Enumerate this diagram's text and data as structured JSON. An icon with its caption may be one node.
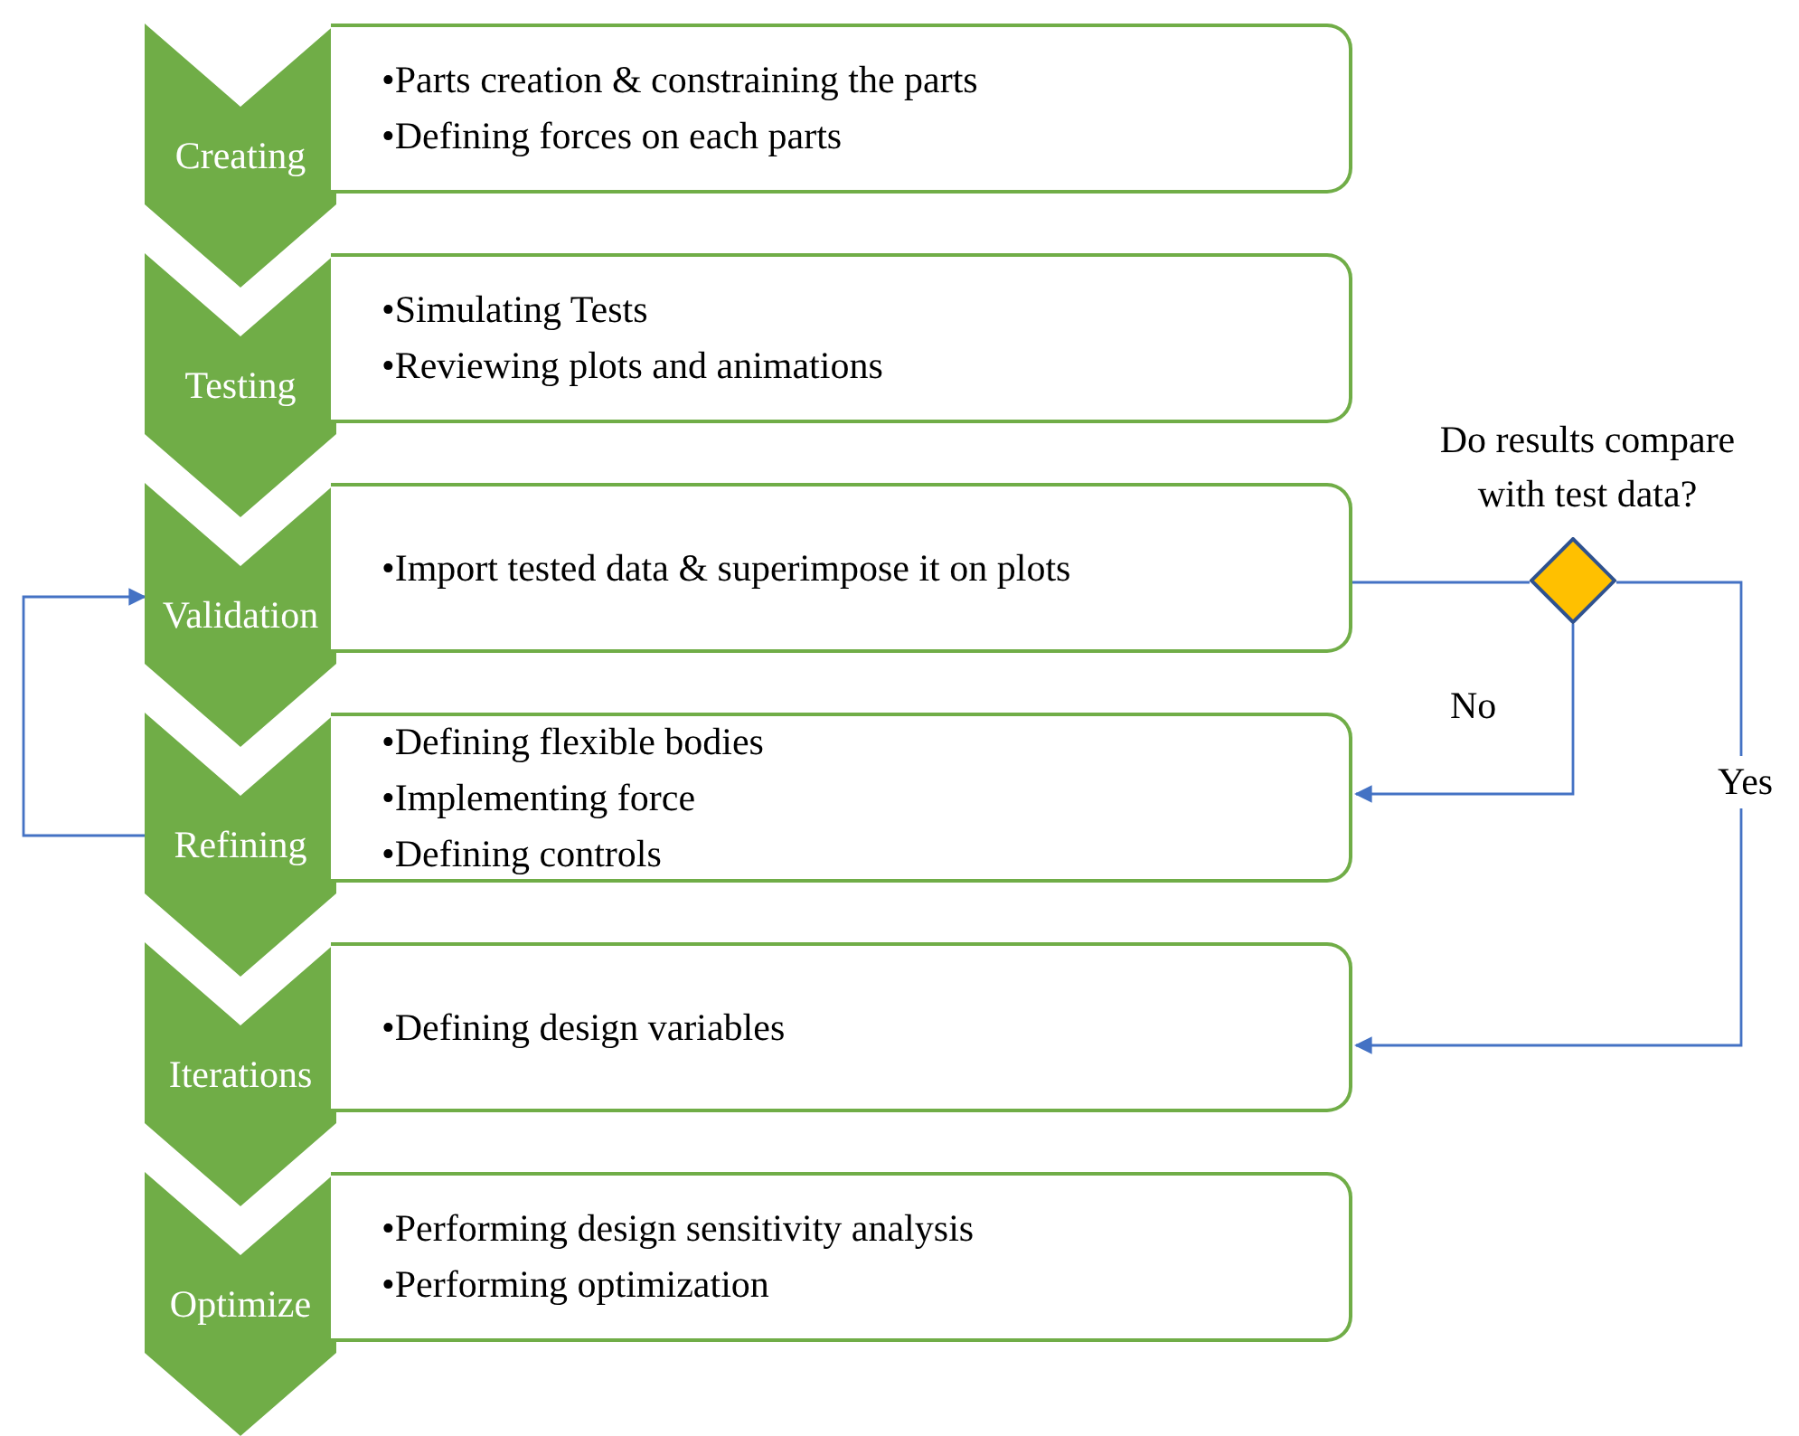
{
  "diagram": {
    "nodes": [
      {
        "text": [
          "Creating"
        ]
      },
      {
        "text": [
          "•Parts creation & constraining the parts",
          "•Defining forces on each parts"
        ]
      },
      {
        "text": [
          "Testing"
        ]
      },
      {
        "text": [
          "•Simulating Tests",
          "•Reviewing plots and animations"
        ]
      },
      {
        "text": [
          "Validation"
        ]
      },
      {
        "text": [
          "•Import tested data & superimpose it on plots"
        ]
      },
      {
        "text": [
          "Refining"
        ]
      },
      {
        "text": [
          "•Defining flexible bodies",
          "•Implementing force",
          "•Defining controls"
        ]
      },
      {
        "text": [
          "Iterations"
        ]
      },
      {
        "text": [
          "•Defining design variables"
        ]
      },
      {
        "text": [
          "Optimize"
        ]
      },
      {
        "text": [
          "•Performing design sensitivity analysis",
          "•Performing optimization"
        ]
      },
      {
        "text": [],
        "shape": "diamond",
        "beside": [
          "Do results compare with test data?"
        ]
      }
    ],
    "edges": [
      {
        "from": 5,
        "to": 12,
        "arrow": "none"
      },
      {
        "from": 12,
        "to": 7,
        "arrow": "to",
        "label": "No"
      },
      {
        "from": 12,
        "to": 9,
        "arrow": "to",
        "label": "Yes"
      },
      {
        "from": 6,
        "to": 4,
        "arrow": "to"
      }
    ]
  }
}
